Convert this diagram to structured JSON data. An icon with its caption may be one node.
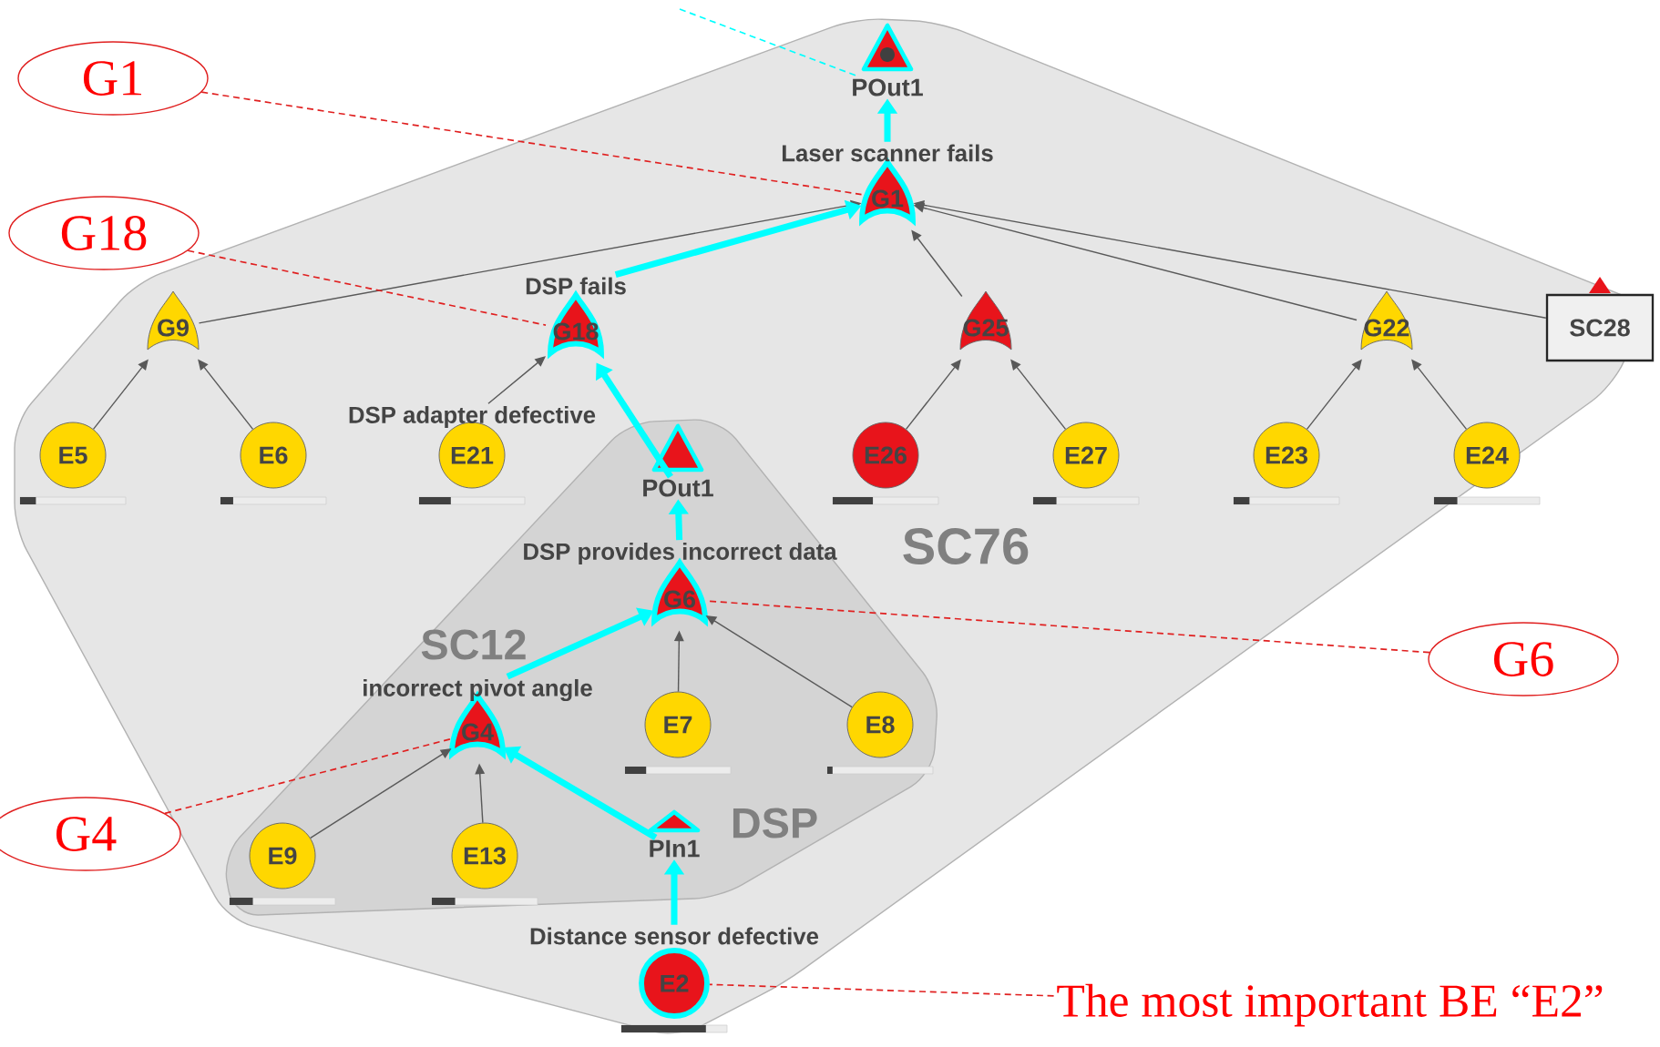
{
  "diagram": {
    "nodes": [
      {
        "text": [
          "SC76"
        ]
      },
      {
        "text": [
          "SC12",
          "DSP"
        ],
        "in": 0
      },
      {
        "text": [
          "POut1"
        ],
        "in": 0
      },
      {
        "text": [
          "Laser scanner fails",
          "G1"
        ],
        "in": 0
      },
      {
        "text": [
          "G9"
        ],
        "in": 0
      },
      {
        "text": [
          "DSP fails",
          "G18"
        ],
        "in": 0
      },
      {
        "text": [
          "G25"
        ],
        "in": 0
      },
      {
        "text": [
          "G22"
        ],
        "in": 0
      },
      {
        "text": [
          "SC28"
        ],
        "in": 0
      },
      {
        "text": [
          "E5"
        ],
        "in": 0
      },
      {
        "text": [
          "E6"
        ],
        "in": 0
      },
      {
        "text": [
          "DSP adapter defective",
          "E21"
        ],
        "in": 0
      },
      {
        "text": [
          "E26"
        ],
        "in": 0
      },
      {
        "text": [
          "E27"
        ],
        "in": 0
      },
      {
        "text": [
          "E23"
        ],
        "in": 0
      },
      {
        "text": [
          "E24"
        ],
        "in": 0
      },
      {
        "text": [
          "POut1"
        ],
        "in": 1
      },
      {
        "text": [
          "DSP provides incorrect data",
          "G6"
        ],
        "in": 1
      },
      {
        "text": [
          "E7"
        ],
        "in": 1
      },
      {
        "text": [
          "E8"
        ],
        "in": 1
      },
      {
        "text": [
          "incorrect pivot angle",
          "G4"
        ],
        "in": 1
      },
      {
        "text": [
          "E9"
        ],
        "in": 1
      },
      {
        "text": [
          "E13"
        ],
        "in": 1
      },
      {
        "text": [
          "PIn1"
        ],
        "in": 1
      },
      {
        "text": [
          "Distance sensor defective",
          "E2"
        ],
        "in": 0
      },
      {
        "text": [
          "G1"
        ]
      },
      {
        "text": [
          "G18"
        ]
      },
      {
        "text": [
          "G6"
        ]
      },
      {
        "text": [
          "G4"
        ]
      },
      {
        "text": [
          "The most important BE “E2”"
        ]
      }
    ],
    "edges": [
      {
        "from": 9,
        "to": 4,
        "arrow": "to"
      },
      {
        "from": 10,
        "to": 4,
        "arrow": "to"
      },
      {
        "from": 4,
        "to": 3,
        "arrow": "to"
      },
      {
        "from": 11,
        "to": 5,
        "arrow": "to"
      },
      {
        "from": 16,
        "to": 5,
        "arrow": "to",
        "style": "thick",
        "color": "#00ffff"
      },
      {
        "from": 5,
        "to": 3,
        "arrow": "to",
        "style": "thick",
        "color": "#00ffff"
      },
      {
        "from": 12,
        "to": 6,
        "arrow": "to"
      },
      {
        "from": 13,
        "to": 6,
        "arrow": "to"
      },
      {
        "from": 6,
        "to": 3,
        "arrow": "to"
      },
      {
        "from": 14,
        "to": 7,
        "arrow": "to"
      },
      {
        "from": 15,
        "to": 7,
        "arrow": "to"
      },
      {
        "from": 7,
        "to": 3,
        "arrow": "to"
      },
      {
        "from": 8,
        "to": 3,
        "arrow": "to"
      },
      {
        "from": 3,
        "to": 2,
        "arrow": "to",
        "style": "thick",
        "color": "#00ffff"
      },
      {
        "from": 17,
        "to": 16,
        "arrow": "to",
        "style": "thick",
        "color": "#00ffff"
      },
      {
        "from": 18,
        "to": 17,
        "arrow": "to"
      },
      {
        "from": 19,
        "to": 17,
        "arrow": "to"
      },
      {
        "from": 20,
        "to": 17,
        "arrow": "to",
        "style": "thick",
        "color": "#00ffff"
      },
      {
        "from": 21,
        "to": 20,
        "arrow": "to"
      },
      {
        "from": 22,
        "to": 20,
        "arrow": "to"
      },
      {
        "from": 23,
        "to": 20,
        "arrow": "to",
        "style": "thick",
        "color": "#00ffff"
      },
      {
        "from": 24,
        "to": 23,
        "arrow": "to",
        "style": "thick",
        "color": "#00ffff"
      },
      {
        "from": 25,
        "to": 3,
        "arrow": "none",
        "style": "dashed",
        "color": "#e02020"
      },
      {
        "from": 26,
        "to": 5,
        "arrow": "none",
        "style": "dashed",
        "color": "#e02020"
      },
      {
        "from": 27,
        "to": 17,
        "arrow": "none",
        "style": "dashed",
        "color": "#e02020"
      },
      {
        "from": 28,
        "to": 20,
        "arrow": "none",
        "style": "dashed",
        "color": "#e02020"
      },
      {
        "from": 29,
        "to": 24,
        "arrow": "none",
        "style": "dashed",
        "color": "#e02020"
      },
      {
        "from": null,
        "to": 2,
        "arrow": "none",
        "style": "dashed",
        "color": "#00ffff"
      }
    ]
  }
}
